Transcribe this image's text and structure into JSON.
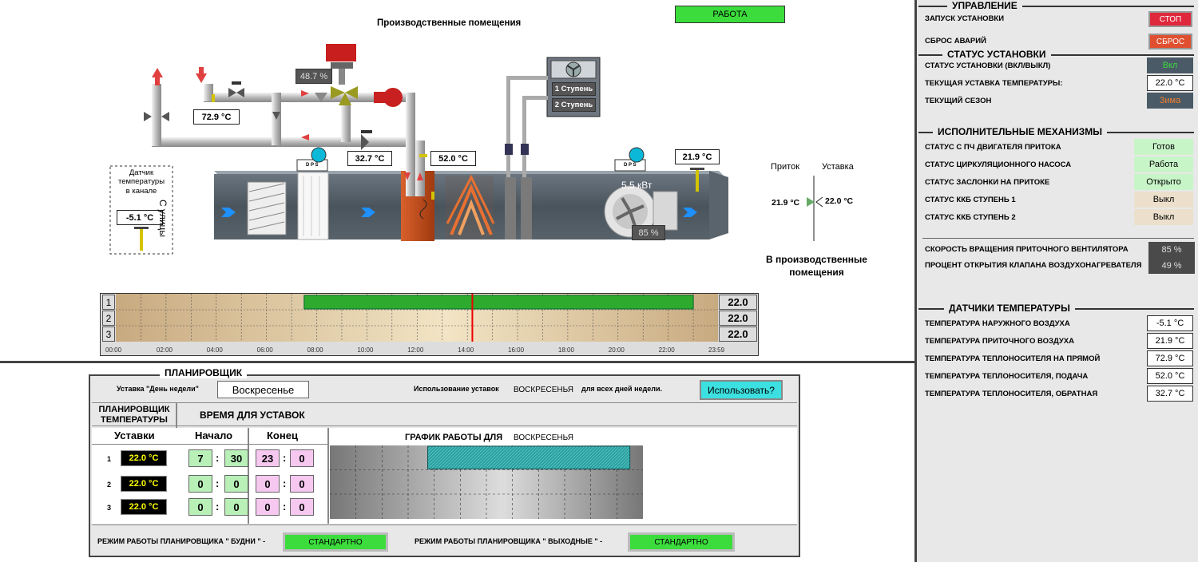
{
  "header": {
    "title": "Производственные помещения",
    "status": "РАБОТА"
  },
  "process": {
    "hot_water_temp": "72.9 °C",
    "valve_pct": "48.7 %",
    "return_temp": "32.7 °C",
    "supply_temp": "52.0 °C",
    "supply_air_temp": "21.9 °C",
    "outdoor_sensor_title": "Датчик температуры в канале",
    "outdoor_temp": "-5.1 °C",
    "from_street": "С улицы",
    "stage1": "1 Ступень",
    "stage2": "2 Ступень",
    "fan_power": "5,5 кВт",
    "fan_speed": "85 %",
    "dps": "D P S",
    "pritok_label": "Приток",
    "ustavka_label": "Уставка",
    "pritok_value": "21.9 °C",
    "ustavka_value": "22.0 °C",
    "to_rooms": "В производственные помещения"
  },
  "timeline": {
    "rows": [
      {
        "id": "1",
        "value": "22.0"
      },
      {
        "id": "2",
        "value": "22.0"
      },
      {
        "id": "3",
        "value": "22.0"
      }
    ],
    "ticks": [
      "00:00",
      "02:00",
      "04:00",
      "06:00",
      "08:00",
      "10:00",
      "12:00",
      "14:00",
      "16:00",
      "18:00",
      "20:00",
      "22:00",
      "23:59"
    ],
    "active_start_hours": 7.5,
    "active_end_hours": 23,
    "now_hours": 14.2
  },
  "scheduler": {
    "title": "ПЛАНИРОВЩИК",
    "day_label": "Уставка \"День недели\"",
    "day_value": "Воскресенье",
    "use_label": "Использование уставок",
    "use_day": "ВОСКРЕСЕНЬЯ",
    "use_suffix": "для всех дней недели.",
    "use_button": "Использовать?",
    "col_title": "ПЛАНИРОВЩИК ТЕМПЕРАТУРЫ",
    "time_title": "ВРЕМЯ ДЛЯ УСТАВОК",
    "col_setpoints": "Уставки",
    "col_start": "Начало",
    "col_end": "Конец",
    "chart_title": "ГРАФИК РАБОТЫ ДЛЯ",
    "chart_day": "ВОСКРЕСЕНЬЯ",
    "rows": [
      {
        "n": "1",
        "sp": "22.0 °C",
        "sh": "7",
        "sm": "30",
        "eh": "23",
        "em": "0"
      },
      {
        "n": "2",
        "sp": "22.0 °C",
        "sh": "0",
        "sm": "0",
        "eh": "0",
        "em": "0"
      },
      {
        "n": "3",
        "sp": "22.0 °C",
        "sh": "0",
        "sm": "0",
        "eh": "0",
        "em": "0"
      }
    ],
    "weekday_label": "РЕЖИМ РАБОТЫ ПЛАНИРОВЩИКА \" БУДНИ \" -",
    "weekday_mode": "СТАНДАРТНО",
    "weekend_label": "РЕЖИМ РАБОТЫ ПЛАНИРОВЩИКА \" ВЫХОДНЫЕ \" -",
    "weekend_mode": "СТАНДАРТНО"
  },
  "right": {
    "control_title": "УПРАВЛЕНИЕ",
    "start_label": "ЗАПУСК УСТАНОВКИ",
    "start_btn": "СТОП",
    "reset_label": "СБРОС АВАРИЙ",
    "reset_btn": "СБРОС",
    "status_title": "СТАТУС УСТАНОВКИ",
    "status_onoff_label": "СТАТУС УСТАНОВКИ (ВКЛ/ВЫКЛ)",
    "status_onoff": "Вкл",
    "setpoint_label": "ТЕКУЩАЯ УСТАВКА ТЕМПЕРАТУРЫ:",
    "setpoint": "22.0 °C",
    "season_label": "ТЕКУЩИЙ СЕЗОН",
    "season": "Зима",
    "mech_title": "ИСПОЛНИТЕЛЬНЫЕ МЕХАНИЗМЫ",
    "mech": [
      {
        "label": "СТАТУС С ПЧ ДВИГАТЕЛЯ ПРИТОКА",
        "value": "Готов",
        "color": "#c8f5c8"
      },
      {
        "label": "СТАТУС ЦИРКУЛЯЦИОННОГО НАСОСА",
        "value": "Работа",
        "color": "#c8f5c8"
      },
      {
        "label": "СТАТУС ЗАСЛОНКИ НА ПРИТОКЕ",
        "value": "Открыто",
        "color": "#c8f5c8"
      },
      {
        "label": "СТАТУС ККБ СТУПЕНЬ 1",
        "value": "Выкл",
        "color": "#ece0cc"
      },
      {
        "label": "СТАТУС ККБ СТУПЕНЬ 2",
        "value": "Выкл",
        "color": "#ece0cc"
      }
    ],
    "fan_speed_label": "СКОРОСТЬ ВРАЩЕНИЯ ПРИТОЧНОГО ВЕНТИЛЯТОРА",
    "fan_speed": "85 %",
    "valve_label": "ПРОЦЕНТ ОТКРЫТИЯ КЛАПАНА ВОЗДУХОНАГРЕВАТЕЛЯ",
    "valve": "49 %",
    "temp_title": "ДАТЧИКИ ТЕМПЕРАТУРЫ",
    "temps": [
      {
        "label": "ТЕМПЕРАТУРА НАРУЖНОГО ВОЗДУХА",
        "value": "-5.1 °C"
      },
      {
        "label": "ТЕМПЕРАТУРА ПРИТОЧНОГО ВОЗДУХА",
        "value": "21.9 °C"
      },
      {
        "label": "ТЕМПЕРАТУРА ТЕПЛОНОСИТЕЛЯ НА ПРЯМОЙ",
        "value": "72.9 °C"
      },
      {
        "label": "ТЕМПЕРАТУРА ТЕПЛОНОСИТЕЛЯ, ПОДАЧА",
        "value": "52.0 °C"
      },
      {
        "label": "ТЕМПЕРАТУРА ТЕПЛОНОСИТЕЛЯ, ОБРАТНАЯ",
        "value": "32.7 °C"
      }
    ]
  },
  "colors": {
    "ok_green": "#3cdc3c",
    "stop_red": "#e0283c",
    "panel_grey": "#e8e8e8",
    "active_bar": "#2e9e9e"
  }
}
